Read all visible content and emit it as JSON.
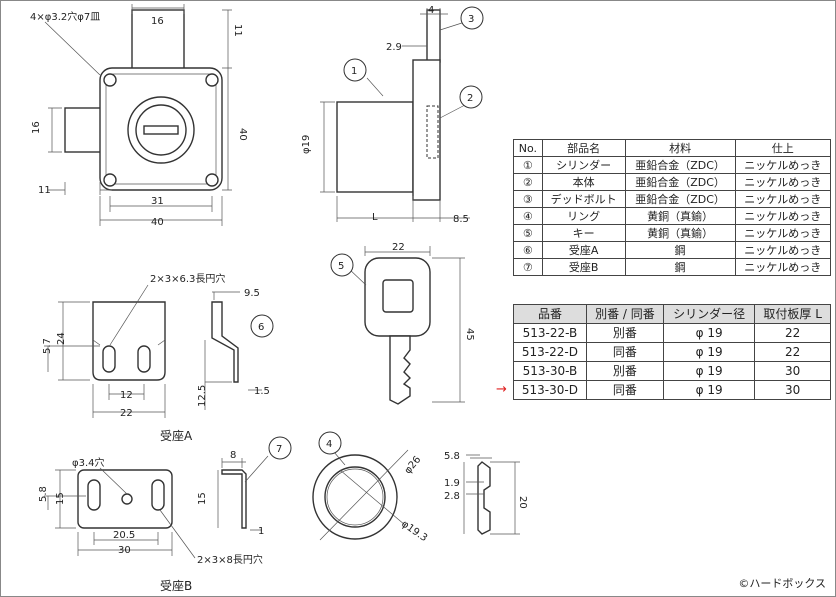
{
  "lock_front": {
    "hole_note": "4×φ3.2穴φ7皿",
    "top_width": "16",
    "top_height": "11",
    "side_height": "16",
    "body_height": "40",
    "side_width": "11",
    "hole_pitch": "31",
    "body_width": "40"
  },
  "lock_side": {
    "bolt_width": "4",
    "bolt_offset": "2.9",
    "cylinder_dia": "φ19",
    "length": "L",
    "body_depth": "8.5",
    "callouts": [
      "1",
      "2",
      "3"
    ]
  },
  "key": {
    "width": "22",
    "length": "45",
    "callout": "5"
  },
  "strike_a": {
    "slot_note": "2×3×6.3長円穴",
    "depth": "9.5",
    "height": "24",
    "slot_offset": "5.7",
    "pitch": "12",
    "width": "22",
    "leg": "12.5",
    "thickness": "1.5",
    "label": "受座A",
    "callout": "6"
  },
  "strike_b": {
    "hole_note": "φ3.4穴",
    "slot_offset": "5.8",
    "height": "15",
    "pitch": "20.5",
    "width": "30",
    "slot_note": "2×3×8長円穴",
    "label": "受座B",
    "depth": "8",
    "side_height": "15",
    "thickness": "1",
    "callout": "7"
  },
  "ring": {
    "callout": "4",
    "outer": "φ26",
    "inner": "φ19.3"
  },
  "ring_side": {
    "d1": "5.8",
    "d2": "1.9",
    "d3": "2.8",
    "height": "20"
  },
  "parts_table": {
    "headers": [
      "No.",
      "部品名",
      "材料",
      "仕上"
    ],
    "rows": [
      [
        "①",
        "シリンダー",
        "亜鉛合金（ZDC）",
        "ニッケルめっき"
      ],
      [
        "②",
        "本体",
        "亜鉛合金（ZDC）",
        "ニッケルめっき"
      ],
      [
        "③",
        "デッドボルト",
        "亜鉛合金（ZDC）",
        "ニッケルめっき"
      ],
      [
        "④",
        "リング",
        "黄銅（真鍮）",
        "ニッケルめっき"
      ],
      [
        "⑤",
        "キー",
        "黄銅（真鍮）",
        "ニッケルめっき"
      ],
      [
        "⑥",
        "受座A",
        "鋼",
        "ニッケルめっき"
      ],
      [
        "⑦",
        "受座B",
        "鋼",
        "ニッケルめっき"
      ]
    ]
  },
  "model_table": {
    "headers": [
      "品番",
      "別番 / 同番",
      "シリンダー径",
      "取付板厚 L"
    ],
    "rows": [
      [
        "513-22-B",
        "別番",
        "φ 19",
        "22"
      ],
      [
        "513-22-D",
        "同番",
        "φ 19",
        "22"
      ],
      [
        "513-30-B",
        "別番",
        "φ 19",
        "30"
      ],
      [
        "513-30-D",
        "同番",
        "φ 19",
        "30"
      ]
    ],
    "selected_indicator": "→",
    "accent": "#e02020"
  },
  "copyright": "©ハードボックス"
}
